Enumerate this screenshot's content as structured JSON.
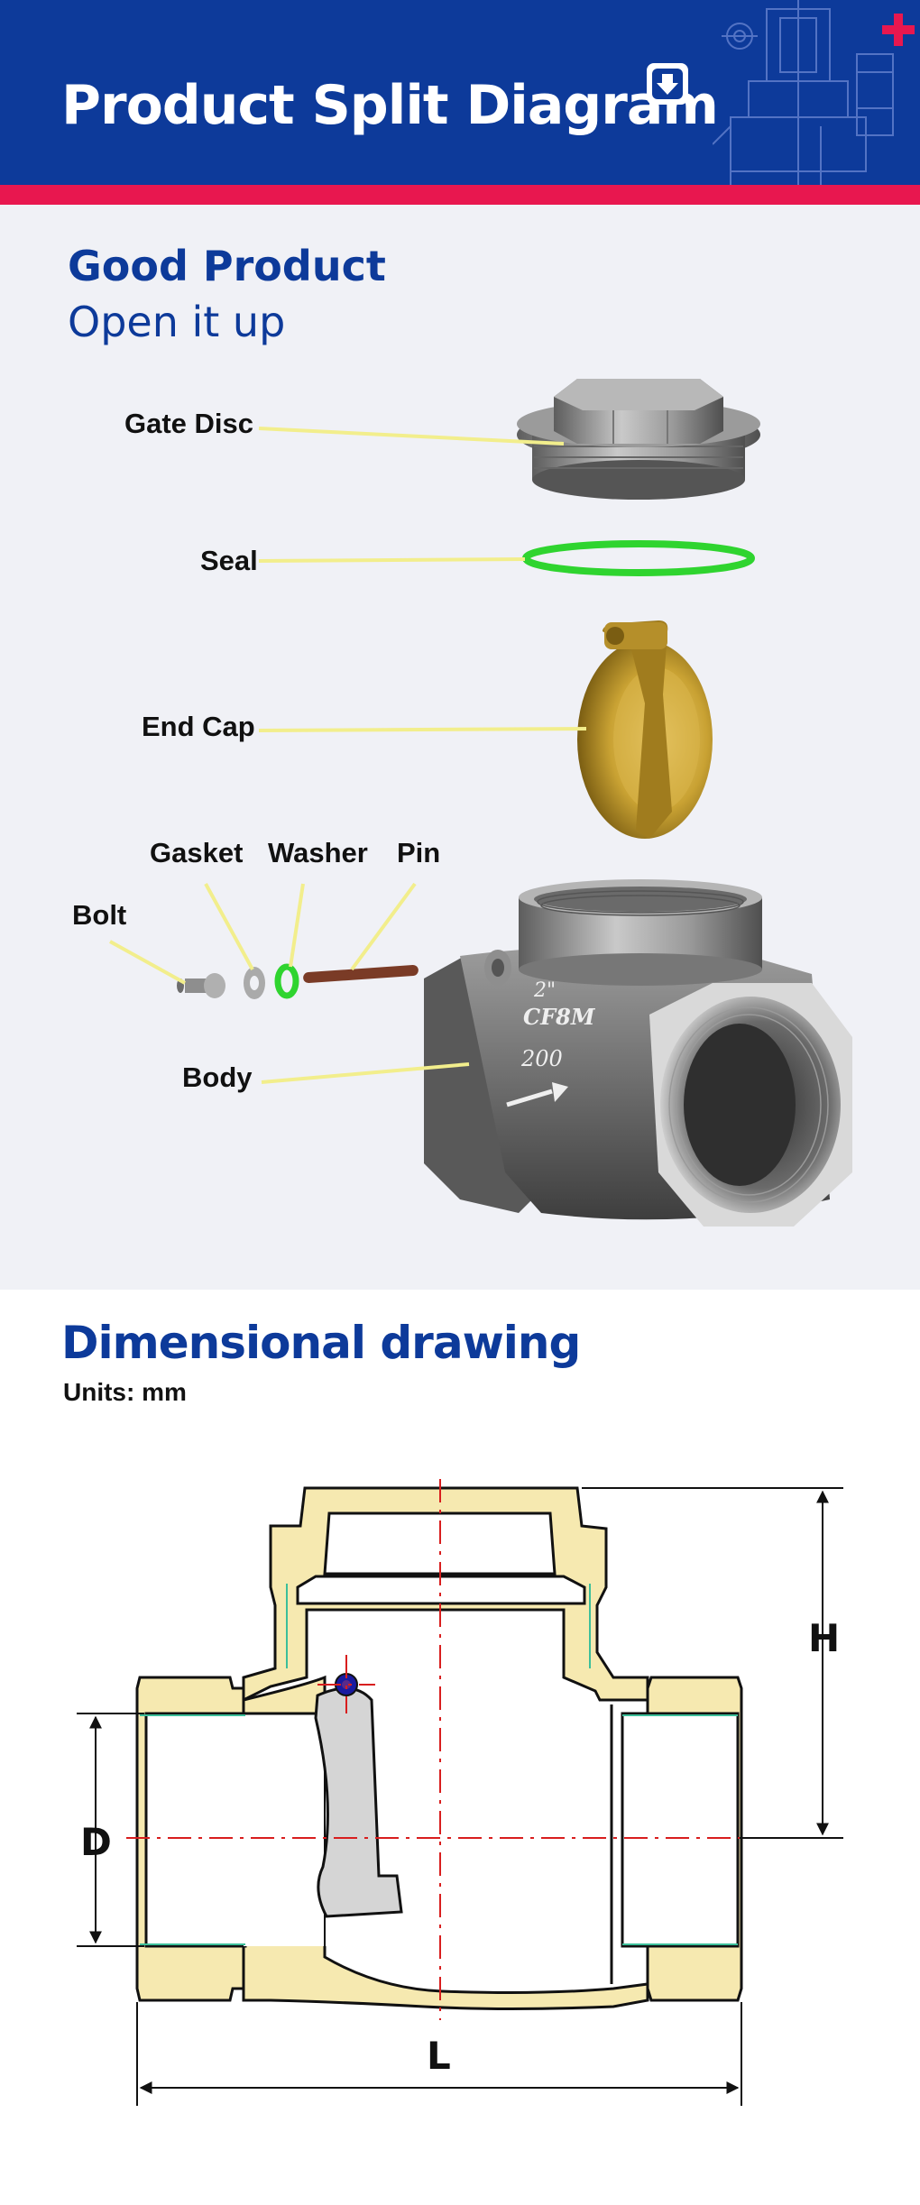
{
  "header": {
    "title": "Product Split Diagram"
  },
  "intro": {
    "heading": "Good Product",
    "subheading": "Open it up"
  },
  "parts": {
    "gate_disc": "Gate Disc",
    "seal": "Seal",
    "end_cap": "End Cap",
    "gasket": "Gasket",
    "washer": "Washer",
    "pin": "Pin",
    "bolt": "Bolt",
    "body": "Body"
  },
  "body_marks": {
    "size": "2\"",
    "mark": "CF8M",
    "pressure": "200"
  },
  "dimensional": {
    "heading": "Dimensional drawing",
    "units": "Units: mm",
    "labels": {
      "h": "H",
      "d": "D",
      "l": "L"
    }
  },
  "colors": {
    "brand_blue": "#0d3a9a",
    "accent_red": "#e8174f",
    "seal_green": "#2fd42f",
    "brass": "#c9a233",
    "leader_yellow": "#f2ee8c",
    "drawing_fill": "#f6e9b0"
  },
  "icons": [
    "download-arrow-icon",
    "red-cross-icon"
  ]
}
